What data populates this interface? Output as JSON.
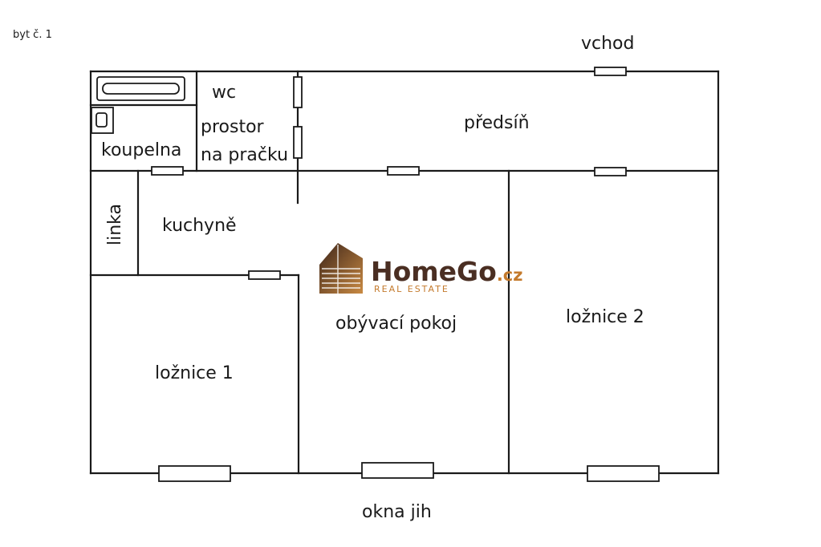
{
  "page_label": "byt č. 1",
  "rooms": {
    "entrance": "vchod",
    "hall": "předsíň",
    "wc": "wc",
    "washer_space_line1": "prostor",
    "washer_space_line2": "na pračku",
    "bathroom": "koupelna",
    "counter": "linka",
    "kitchen": "kuchyně",
    "living_room": "obývací pokoj",
    "bedroom_1": "ložnice 1",
    "bedroom_2": "ložnice 2",
    "windows_note": "okna jih"
  },
  "logo": {
    "brand_main": "HomeGo",
    "brand_suffix": ".cz",
    "tagline": "REAL ESTATE",
    "colors": {
      "dark": "#4a2e22",
      "accent": "#c47a2c"
    }
  }
}
